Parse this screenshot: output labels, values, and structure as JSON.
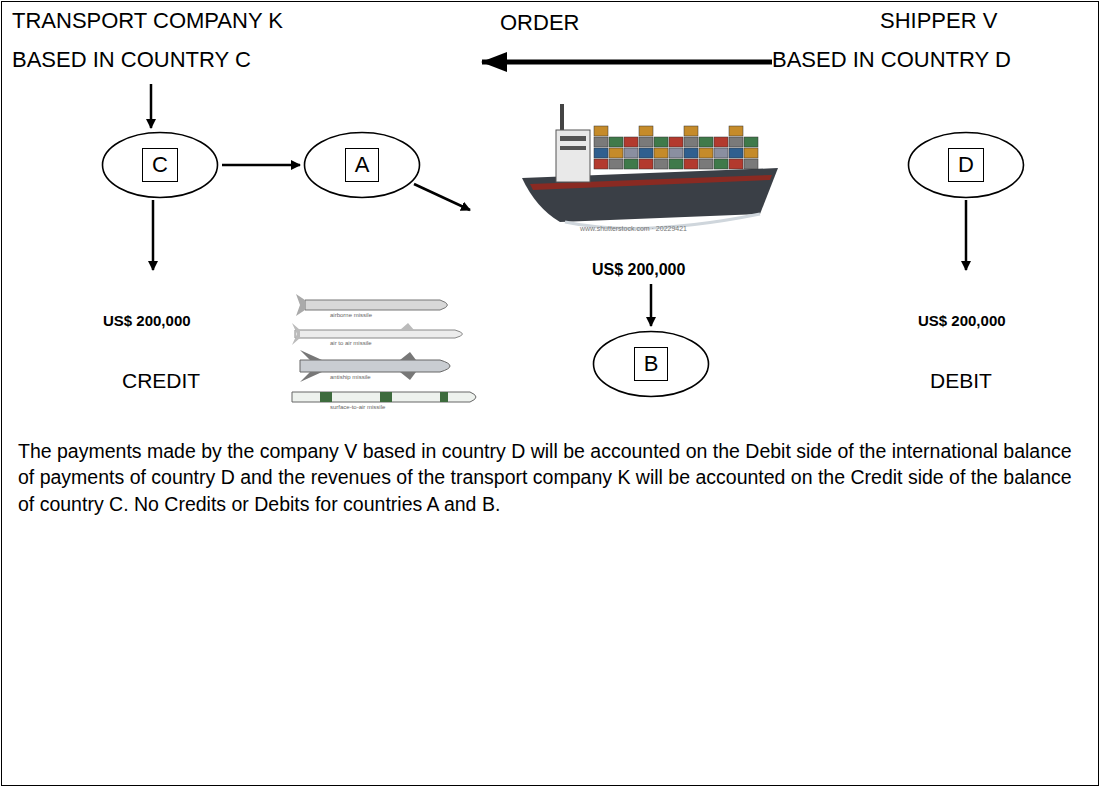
{
  "diagram": {
    "nodes": [
      {
        "text": [
          "C"
        ]
      },
      {
        "text": [
          "A"
        ]
      },
      {
        "text": [
          "D"
        ]
      },
      {
        "text": [
          "B"
        ]
      }
    ],
    "edges": [
      {
        "from": 0,
        "to": 1,
        "arrow": "to"
      }
    ],
    "labels": [
      "TRANSPORT COMPANY K",
      "BASED IN COUNTRY C",
      "ORDER",
      "SHIPPER V",
      "BASED IN COUNTRY D",
      "US$ 200,000",
      "CREDIT",
      "US$ 200,000",
      "US$ 200,000",
      "DEBIT",
      "The payments made by the company V based in country D will be accounted on the Debit side of the international balance of payments of country D and the revenues of the transport company K will be accounted on the Credit side of the balance of country C. No Credits or Debits for countries A and B.",
      "www.shutterstock.com · 20229421",
      "airborne missile",
      "air to air missile",
      "antiship missile",
      "surface-to-air missile"
    ]
  }
}
